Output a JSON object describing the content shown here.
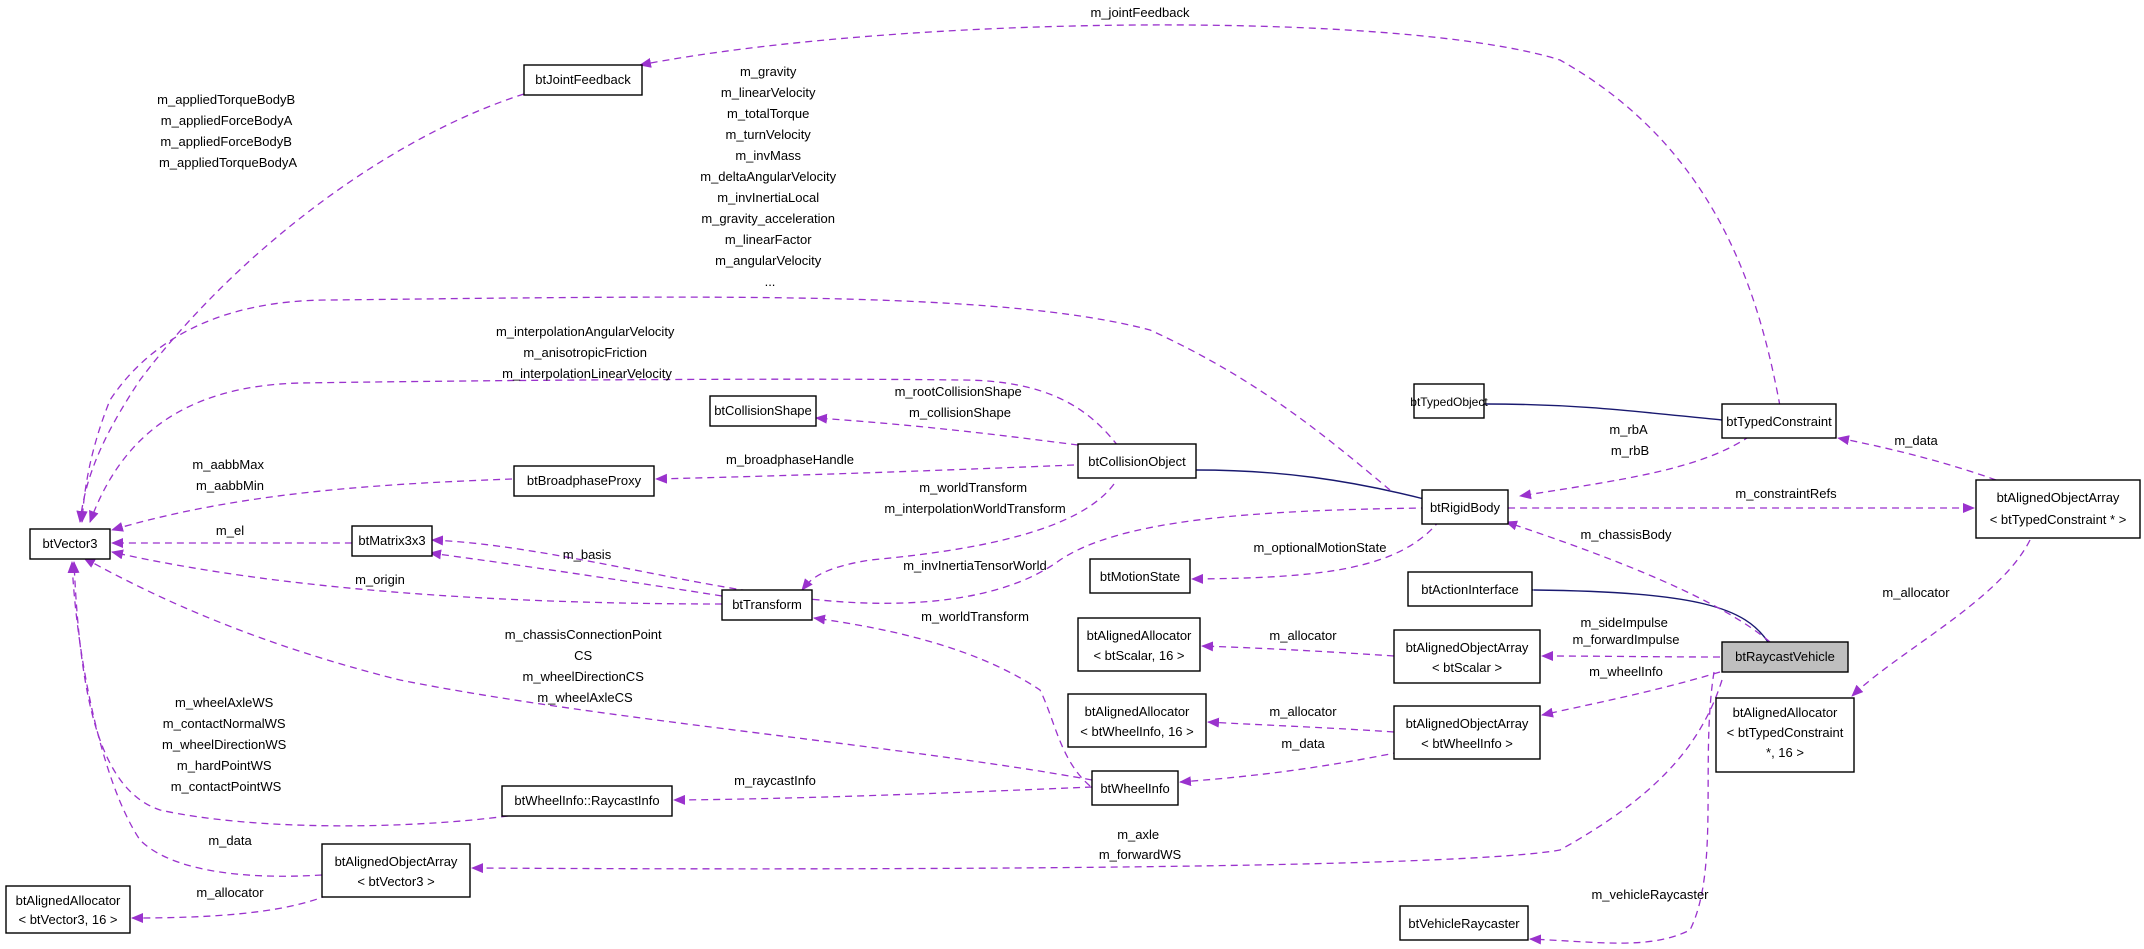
{
  "nodes": {
    "btVector3": [
      "btVector3"
    ],
    "btAlignedAllocator_Vec3": [
      "btAlignedAllocator",
      "< btVector3, 16 >"
    ],
    "btAlignedObjectArray_Vec3": [
      "btAlignedObjectArray",
      "< btVector3 >"
    ],
    "btJointFeedback": [
      "btJointFeedback"
    ],
    "btCollisionShape": [
      "btCollisionShape"
    ],
    "btBroadphaseProxy": [
      "btBroadphaseProxy"
    ],
    "btMatrix3x3": [
      "btMatrix3x3"
    ],
    "btTransform": [
      "btTransform"
    ],
    "btWheelInfo_RaycastInfo": [
      "btWheelInfo::RaycastInfo"
    ],
    "btCollisionObject": [
      "btCollisionObject"
    ],
    "btMotionState": [
      "btMotionState"
    ],
    "btAlignedAllocator_Scalar": [
      "btAlignedAllocator",
      "< btScalar, 16 >"
    ],
    "btAlignedAllocator_WheelInfo": [
      "btAlignedAllocator",
      "< btWheelInfo, 16 >"
    ],
    "btWheelInfo": [
      "btWheelInfo"
    ],
    "btTypedObject": [
      "btTypedObject"
    ],
    "btRigidBody": [
      "btRigidBody"
    ],
    "btActionInterface": [
      "btActionInterface"
    ],
    "btAlignedObjectArray_Scalar": [
      "btAlignedObjectArray",
      "< btScalar >"
    ],
    "btAlignedObjectArray_WheelInfo": [
      "btAlignedObjectArray",
      "< btWheelInfo >"
    ],
    "btVehicleRaycaster": [
      "btVehicleRaycaster"
    ],
    "btTypedConstraint": [
      "btTypedConstraint"
    ],
    "btRaycastVehicle": [
      "btRaycastVehicle"
    ],
    "btAlignedAllocator_TypedConstraint": [
      "btAlignedAllocator",
      "< btTypedConstraint",
      "*, 16 >"
    ],
    "btAlignedObjectArray_TypedConstraint": [
      "btAlignedObjectArray",
      "< btTypedConstraint * >"
    ]
  },
  "edges": {
    "jointFeedback": [
      "m_jointFeedback"
    ],
    "jf_vec3": [
      "m_appliedTorqueBodyB",
      "m_appliedForceBodyA",
      "m_appliedForceBodyB",
      "m_appliedTorqueBodyA"
    ],
    "rb_vec3": [
      "m_gravity",
      "m_linearVelocity",
      "m_totalTorque",
      "m_turnVelocity",
      "m_invMass",
      "m_deltaAngularVelocity",
      "m_invInertiaLocal",
      "m_gravity_acceleration",
      "m_linearFactor",
      "m_angularVelocity",
      "..."
    ],
    "co_vec3": [
      "m_interpolationAngularVelocity",
      "m_anisotropicFriction",
      "m_interpolationLinearVelocity"
    ],
    "co_shape": [
      "m_rootCollisionShape",
      "m_collisionShape"
    ],
    "co_proxy": [
      "m_broadphaseHandle"
    ],
    "proxy_vec3": [
      "m_aabbMax",
      "m_aabbMin"
    ],
    "mat_vec3": [
      "m_el"
    ],
    "tr_mat": [
      "m_basis"
    ],
    "tr_vec3": [
      "m_origin"
    ],
    "co_tr": [
      "m_worldTransform",
      "m_interpolationWorldTransform"
    ],
    "rb_mat": [
      "m_invInertiaTensorWorld"
    ],
    "rb_ms": [
      "m_optionalMotionState"
    ],
    "wi_tr": [
      "m_worldTransform"
    ],
    "wi_vec3": [
      "m_chassisConnectionPoint",
      "CS",
      "m_wheelDirectionCS",
      "m_wheelAxleCS"
    ],
    "ri_vec3": [
      "m_wheelAxleWS",
      "m_contactNormalWS",
      "m_wheelDirectionWS",
      "m_hardPointWS",
      "m_contactPointWS"
    ],
    "wi_ri": [
      "m_raycastInfo"
    ],
    "aoaV_vec3": [
      "m_data"
    ],
    "aoaV_alloc": [
      "m_allocator"
    ],
    "tc_rb": [
      "m_rbA",
      "m_rbB"
    ],
    "rb_aoaTC": [
      "m_constraintRefs"
    ],
    "aoaTC_tc": [
      "m_data"
    ],
    "aoaTC_alloc": [
      "m_allocator"
    ],
    "rv_rb": [
      "m_chassisBody"
    ],
    "rv_aoaS": [
      "m_sideImpulse",
      "m_forwardImpulse"
    ],
    "aoaS_alloc": [
      "m_allocator"
    ],
    "rv_aoaW": [
      "m_wheelInfo"
    ],
    "aoaW_alloc": [
      "m_allocator"
    ],
    "aoaW_wi": [
      "m_data"
    ],
    "rv_aoaV": [
      "m_axle",
      "m_forwardWS"
    ],
    "rv_vr": [
      "m_vehicleRaycaster"
    ]
  }
}
